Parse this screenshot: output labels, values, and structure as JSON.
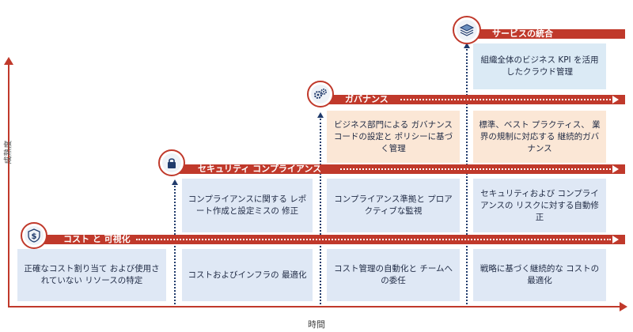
{
  "axes": {
    "y_label": "成熟度",
    "x_label": "時間"
  },
  "stages": [
    {
      "title": "コスト と 可視化",
      "icon": "dollar-shield-icon"
    },
    {
      "title": "セキュリティ コンプライアンス",
      "icon": "lock-icon"
    },
    {
      "title": "ガバナンス",
      "icon": "gears-icon"
    },
    {
      "title": "サービスの統合",
      "icon": "layers-icon"
    }
  ],
  "cells": {
    "cost_1": "正確なコスト割り当て および使用されていない リソースの特定",
    "cost_2": "コストおよびインフラの 最適化",
    "cost_3": "コスト管理の自動化と チームへの委任",
    "cost_4": "戦略に基づく継続的な コストの最適化",
    "sec_2": "コンプライアンスに関する レポート作成と設定ミスの 修正",
    "sec_3": "コンプライアンス準拠と プロアクティブな監視",
    "sec_4": "セキュリティおよび コンプライアンスの リスクに対する自動修正",
    "gov_3": "ビジネス部門による ガバナンス コードの設定と ポリシーに基づく管理",
    "gov_4": "標準、ベスト プラクティス、 業界の規制に対応する 継続的ガバナンス",
    "svc_4": "組織全体のビジネス KPI を活用したクラウド管理"
  }
}
